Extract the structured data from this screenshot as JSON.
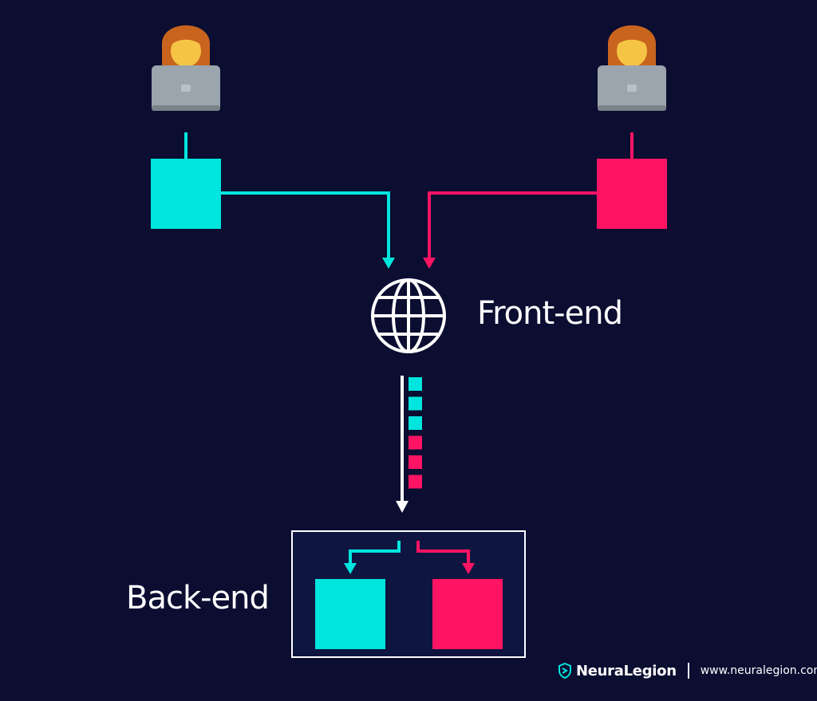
{
  "colors": {
    "background": "#0b0d31",
    "cyan": "#00e5de",
    "pink": "#ff1464",
    "white": "#ffffff",
    "laptop": "#9ba5ad",
    "hair": "#c8641e",
    "skin": "#f6c445"
  },
  "icons": {
    "user_left": "person-laptop-icon",
    "user_right": "person-laptop-icon",
    "frontend": "globe-icon",
    "brand": "neuralegion-logo-icon"
  },
  "queue": {
    "order": [
      "cyan",
      "cyan",
      "cyan",
      "pink",
      "pink",
      "pink"
    ]
  },
  "labels": {
    "frontend": "Front-end",
    "backend": "Back-end"
  },
  "footer": {
    "brand": "NeuraLegion",
    "url": "www.neuralegion.com"
  }
}
